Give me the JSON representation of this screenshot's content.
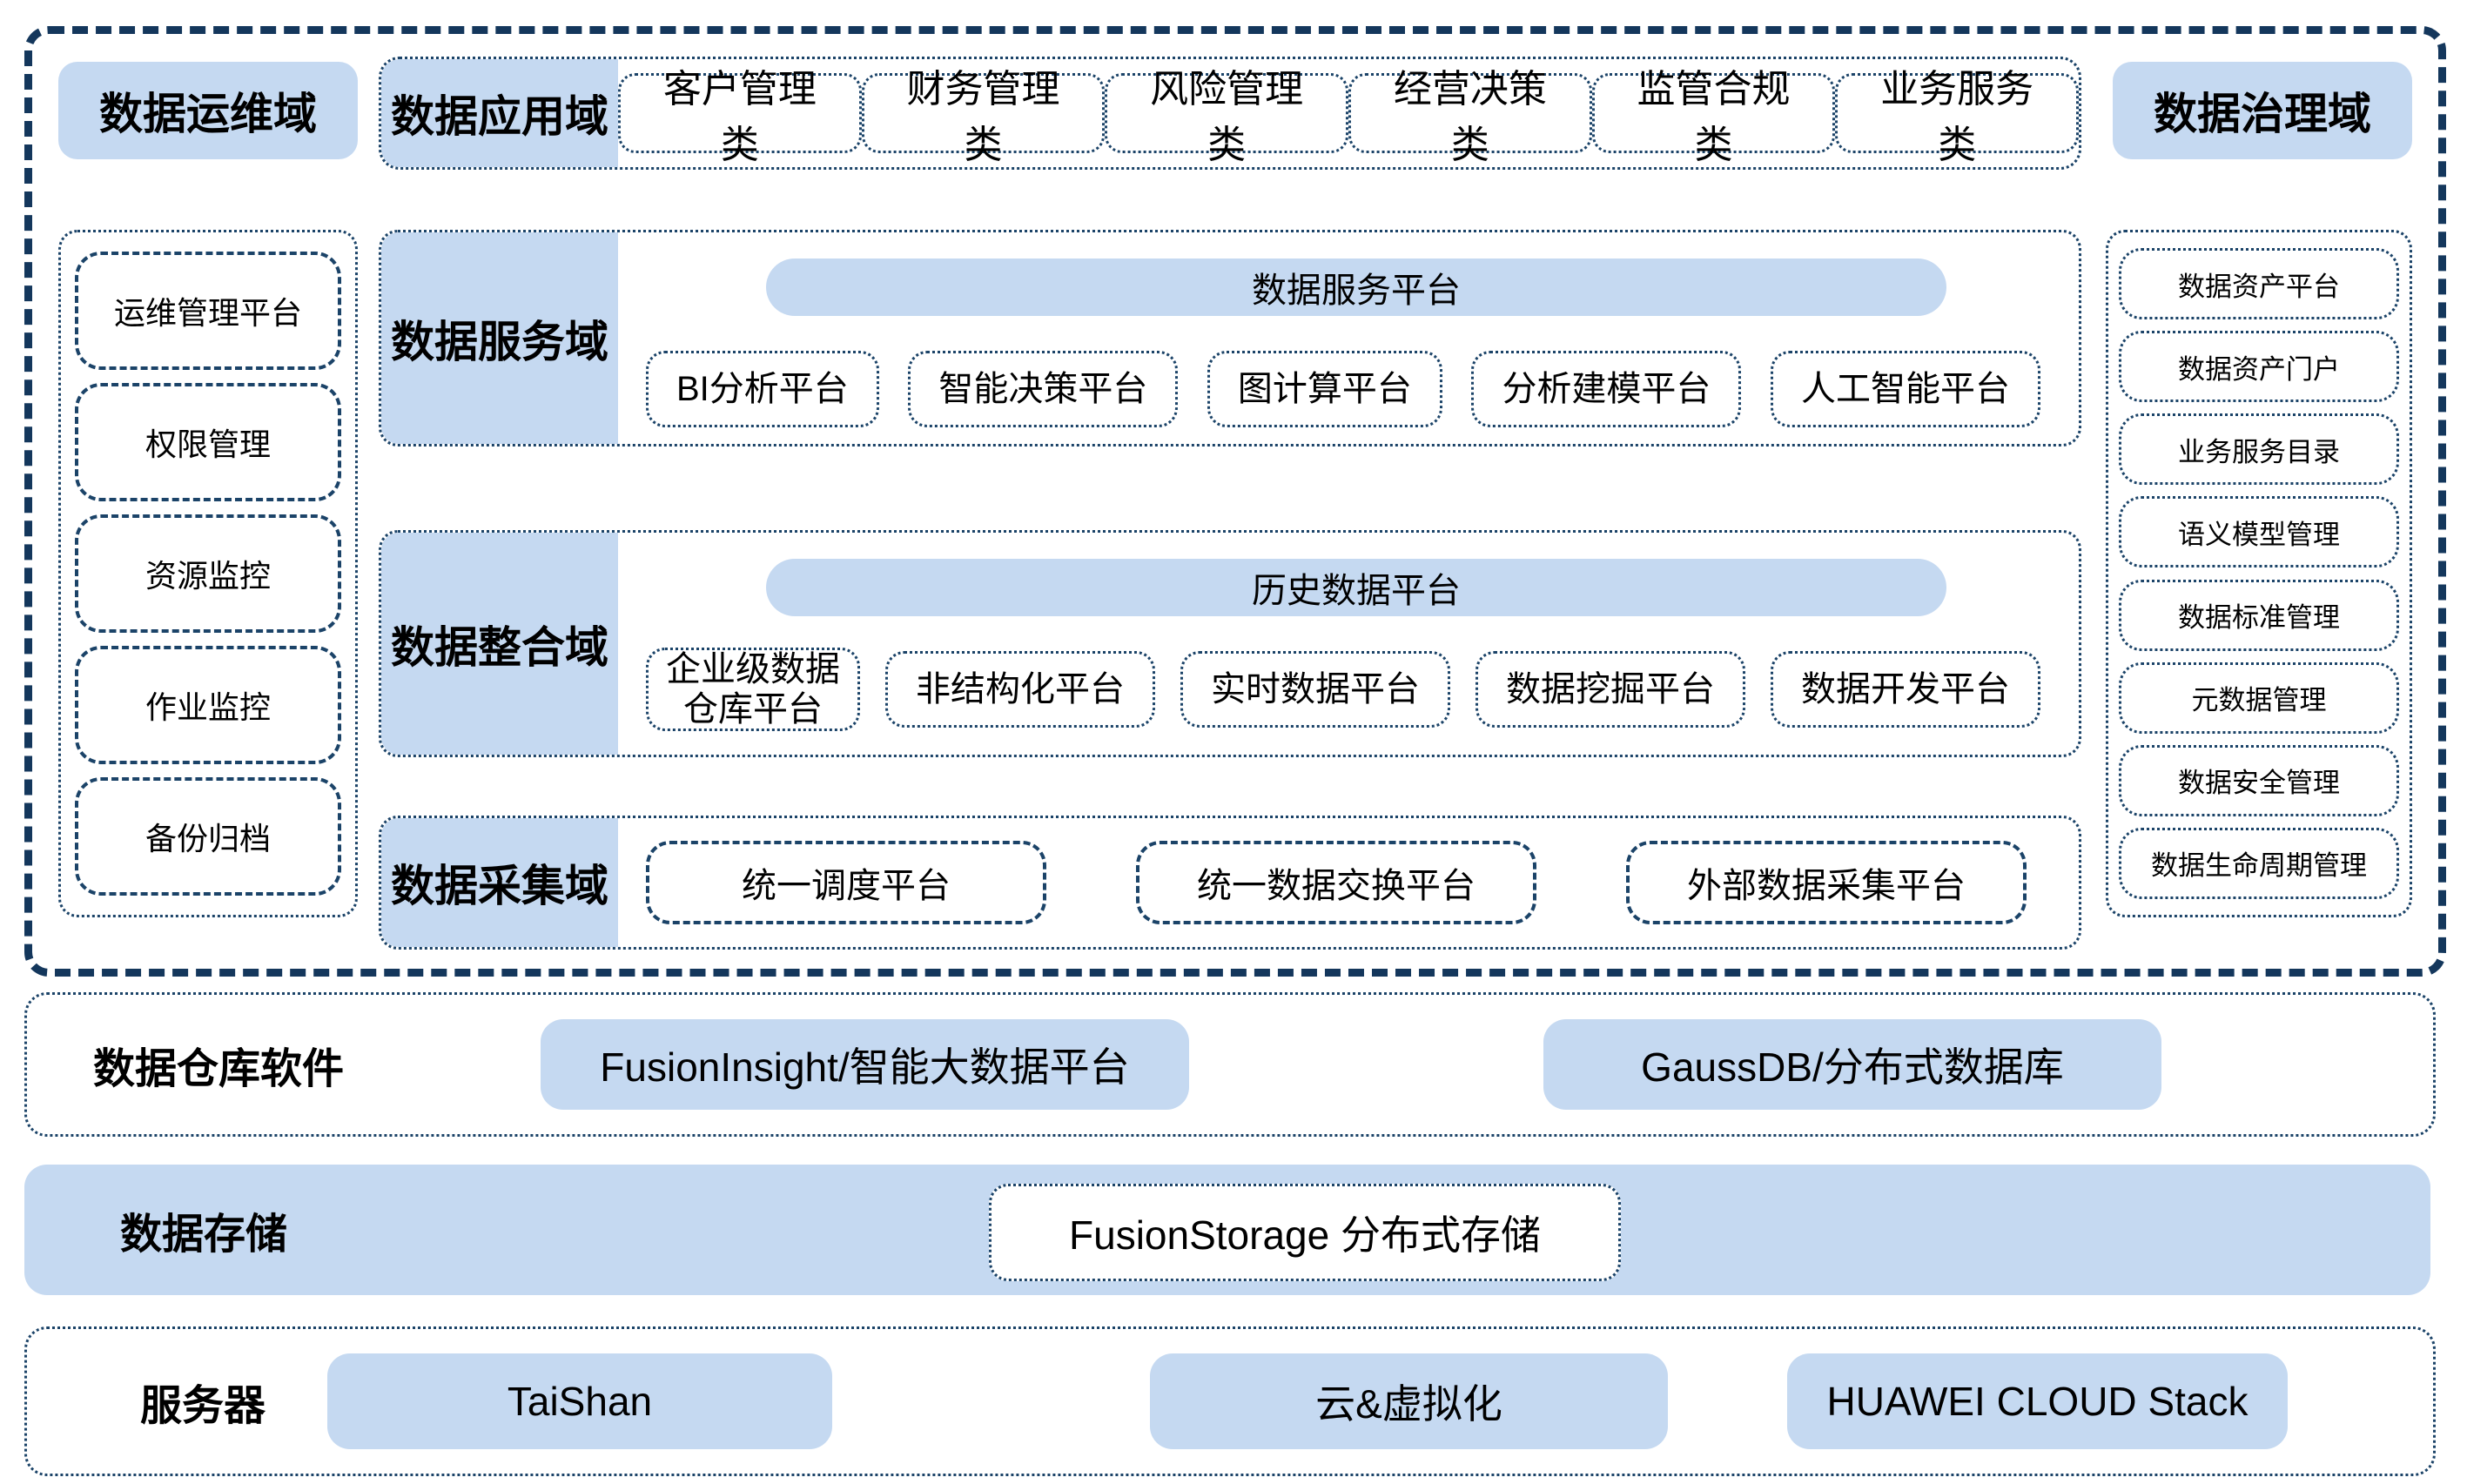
{
  "colors": {
    "accent_fill": "#c5d9f1",
    "frame_border": "#14375c",
    "inner_border": "#1b4368",
    "text": "#000000"
  },
  "frame": {
    "ops_domain": {
      "label": "数据运维域",
      "items": [
        "运维管理平台",
        "权限管理",
        "资源监控",
        "作业监控",
        "备份归档"
      ]
    },
    "app_domain": {
      "label": "数据应用域",
      "items": [
        "客户管理类",
        "财务管理类",
        "风险管理类",
        "经营决策类",
        "监管合规类",
        "业务服务类"
      ]
    },
    "gov_domain": {
      "label": "数据治理域",
      "items": [
        "数据资产平台",
        "数据资产门户",
        "业务服务目录",
        "语义模型管理",
        "数据标准管理",
        "元数据管理",
        "数据安全管理",
        "数据生命周期管理"
      ]
    },
    "service_domain": {
      "label": "数据服务域",
      "banner": "数据服务平台",
      "items": [
        "BI分析平台",
        "智能决策平台",
        "图计算平台",
        "分析建模平台",
        "人工智能平台"
      ]
    },
    "integration_domain": {
      "label": "数据整合域",
      "banner": "历史数据平台",
      "items": [
        "企业级数据仓库平台",
        "非结构化平台",
        "实时数据平台",
        "数据挖掘平台",
        "数据开发平台"
      ]
    },
    "collection_domain": {
      "label": "数据采集域",
      "items": [
        "统一调度平台",
        "统一数据交换平台",
        "外部数据采集平台"
      ]
    }
  },
  "warehouse_row": {
    "label": "数据仓库软件",
    "items": [
      "FusionInsight/智能大数据平台",
      "GaussDB/分布式数据库"
    ]
  },
  "storage_row": {
    "label": "数据存储",
    "items": [
      "FusionStorage 分布式存储"
    ]
  },
  "server_row": {
    "label": "服务器",
    "items": [
      "TaiShan",
      "云&虚拟化",
      "HUAWEI CLOUD Stack"
    ]
  }
}
